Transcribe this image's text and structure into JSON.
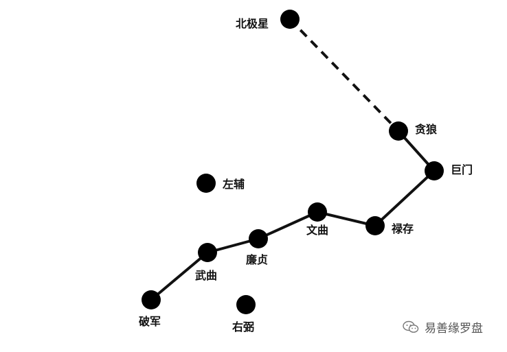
{
  "stars": {
    "polaris": "北极星",
    "tanlang": "贪狼",
    "jumen": "巨门",
    "lucun": "禄存",
    "wenqu": "文曲",
    "lianzhen": "廉贞",
    "wuqu": "武曲",
    "pojun": "破军",
    "zuofu": "左辅",
    "youbi": "右弼"
  },
  "watermark": {
    "text": "易善缘罗盘",
    "icon": "wechat-icon"
  },
  "colors": {
    "star": "#000000",
    "line": "#111111",
    "watermark": "#555555"
  }
}
